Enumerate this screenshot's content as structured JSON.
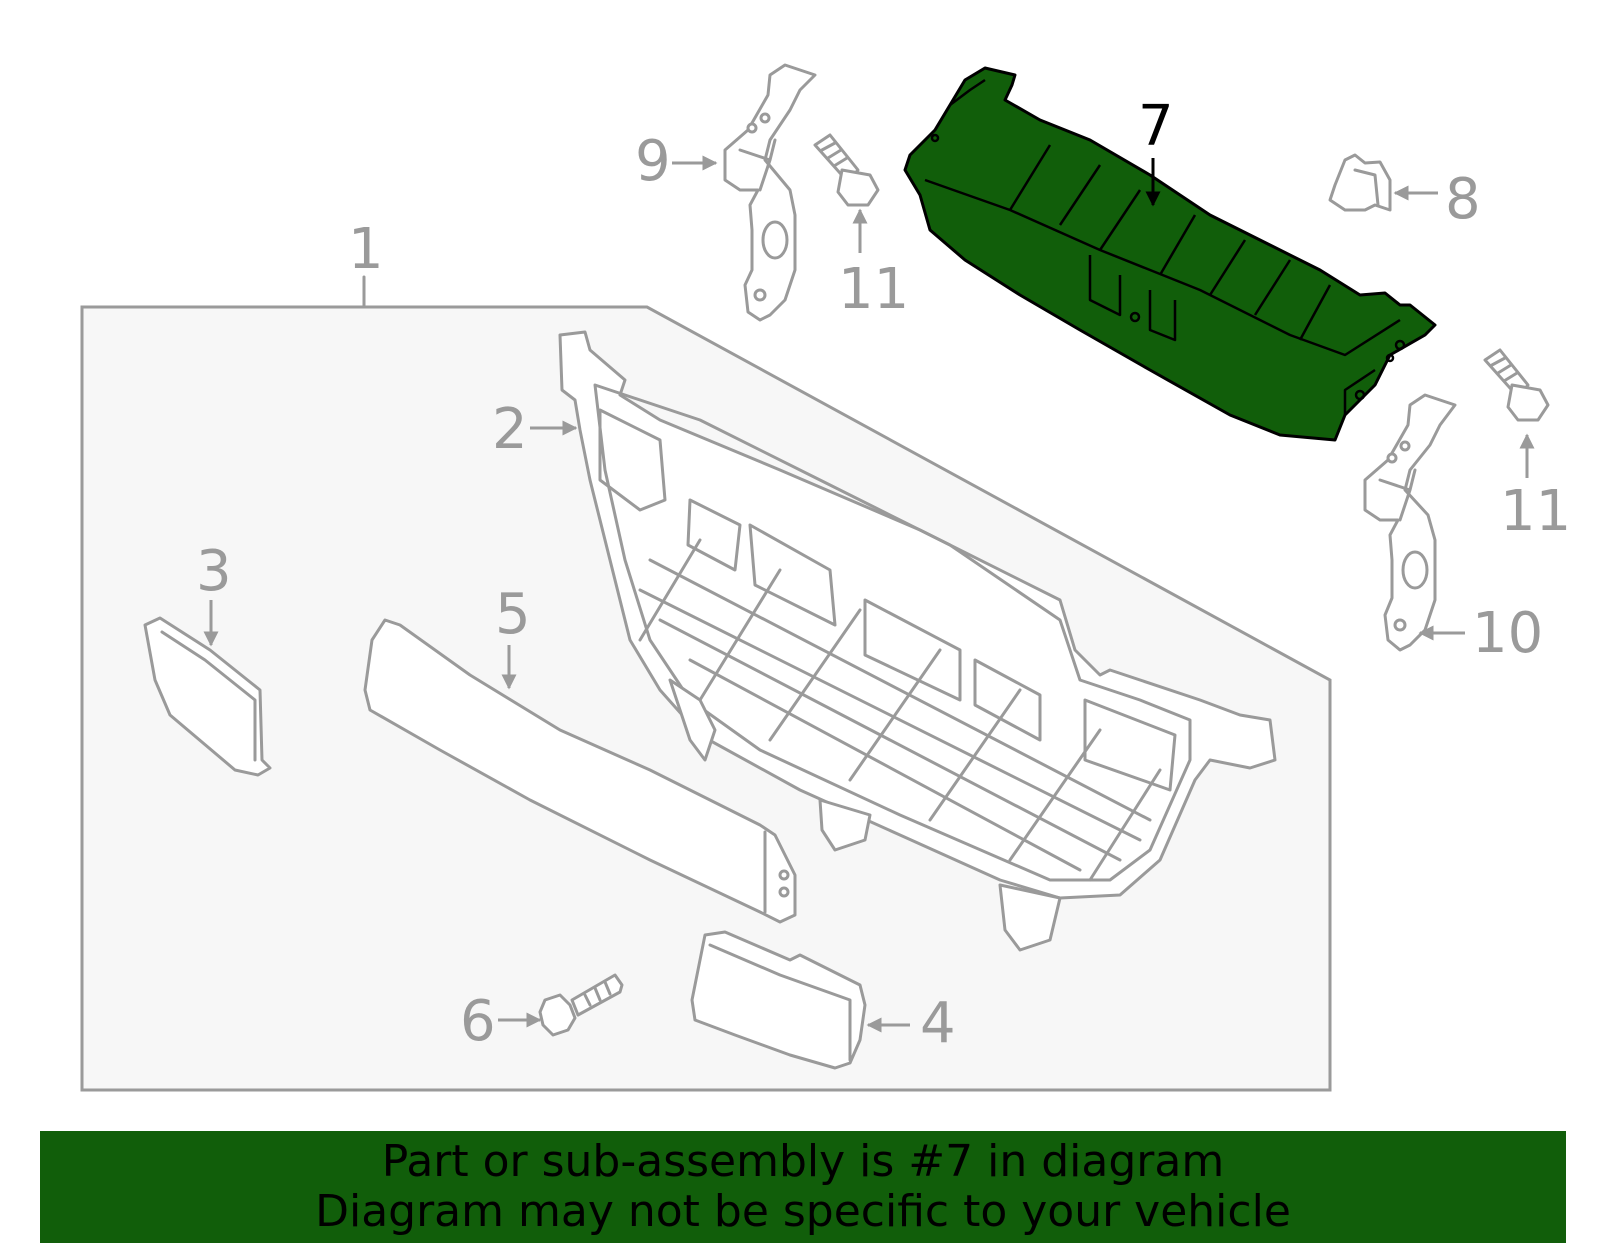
{
  "colors": {
    "highlight": "#115e0a",
    "line_art": "#9a9a9a",
    "group_box_fill": "#f7f7f7",
    "banner": "#115e0a"
  },
  "callouts": {
    "c1": "1",
    "c2": "2",
    "c3": "3",
    "c4": "4",
    "c5": "5",
    "c6": "6",
    "c7": "7",
    "c8": "8",
    "c9": "9",
    "c10": "10",
    "c11a": "11",
    "c11b": "11"
  },
  "highlighted_part": "7",
  "notice": {
    "line1": "Part or sub-assembly is #7 in diagram",
    "line2": "Diagram may not be specific to your vehicle"
  }
}
